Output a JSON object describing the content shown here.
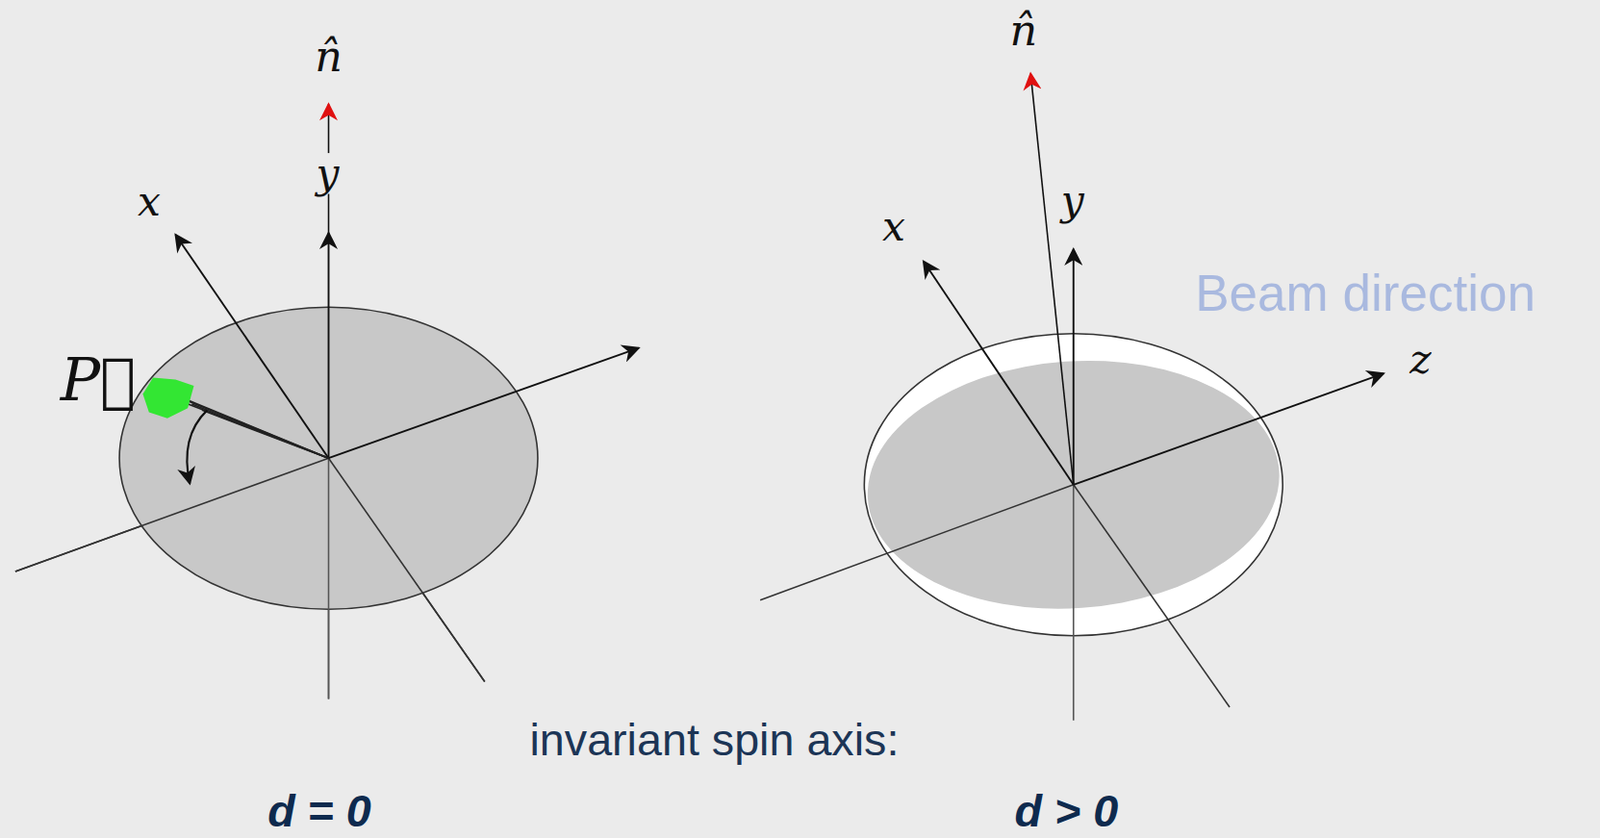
{
  "diagram": {
    "labels": [
      "n̂",
      "y",
      "x",
      "P⃗",
      "n̂",
      "y",
      "x",
      "Beam direction",
      "z",
      "invariant spin axis:",
      "d = 0",
      "d > 0"
    ]
  }
}
